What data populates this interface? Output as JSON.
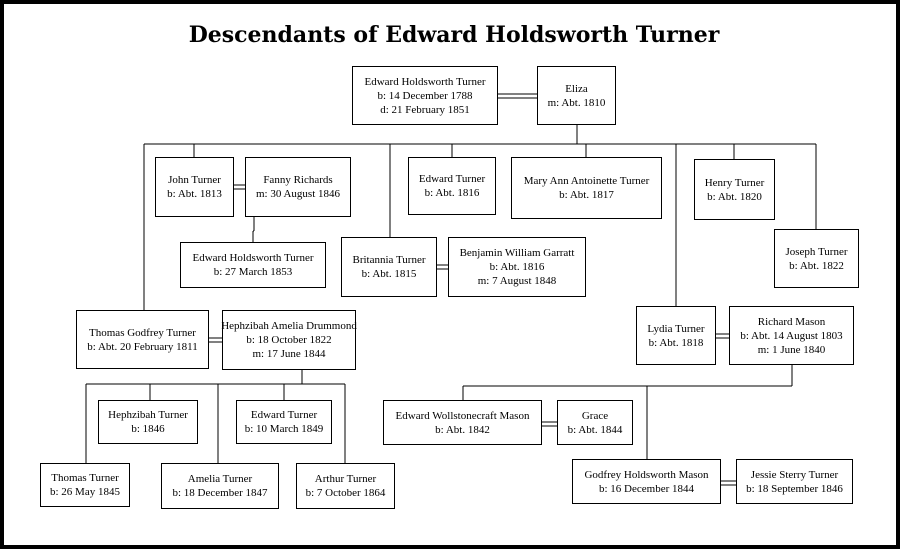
{
  "title": "Descendants of Edward Holdsworth Turner",
  "people": [
    {
      "id": "edward-holdsworth-turner-sr",
      "lines": [
        "Edward Holdsworth Turner",
        "b: 14 December 1788",
        "d: 21 February 1851"
      ]
    },
    {
      "id": "eliza",
      "lines": [
        "Eliza",
        "m: Abt. 1810"
      ]
    },
    {
      "id": "john-turner",
      "lines": [
        "John Turner",
        "b: Abt. 1813"
      ]
    },
    {
      "id": "fanny-richards",
      "lines": [
        "Fanny Richards",
        "m: 30 August 1846"
      ]
    },
    {
      "id": "edward-holdsworth-turner-1853",
      "lines": [
        "Edward Holdsworth Turner",
        "b: 27 March 1853"
      ]
    },
    {
      "id": "britannia-turner",
      "lines": [
        "Britannia Turner",
        "b: Abt. 1815"
      ]
    },
    {
      "id": "benjamin-william-garratt",
      "lines": [
        "Benjamin William Garratt",
        "b: Abt. 1816",
        "m: 7 August 1848"
      ]
    },
    {
      "id": "edward-turner-1816",
      "lines": [
        "Edward Turner",
        "b: Abt. 1816"
      ]
    },
    {
      "id": "mary-ann-antoinette-turner",
      "lines": [
        "Mary Ann Antoinette Turner",
        "b: Abt. 1817"
      ]
    },
    {
      "id": "henry-turner",
      "lines": [
        "Henry Turner",
        "b: Abt. 1820"
      ]
    },
    {
      "id": "joseph-turner",
      "lines": [
        "Joseph Turner",
        "b: Abt. 1822"
      ]
    },
    {
      "id": "thomas-godfrey-turner",
      "lines": [
        "Thomas Godfrey Turner",
        "b: Abt. 20 February 1811"
      ]
    },
    {
      "id": "hephzibah-amelia-drummond",
      "lines": [
        "Hephzibah Amelia Drummond",
        "b: 18 October 1822",
        "m: 17 June 1844"
      ]
    },
    {
      "id": "lydia-turner",
      "lines": [
        "Lydia Turner",
        "b: Abt. 1818"
      ]
    },
    {
      "id": "richard-mason",
      "lines": [
        "Richard Mason",
        "b: Abt. 14 August 1803",
        "m: 1 June 1840"
      ]
    },
    {
      "id": "hephzibah-turner",
      "lines": [
        "Hephzibah Turner",
        "b: 1846"
      ]
    },
    {
      "id": "edward-turner-1849",
      "lines": [
        "Edward Turner",
        "b: 10 March 1849"
      ]
    },
    {
      "id": "thomas-turner",
      "lines": [
        "Thomas Turner",
        "b: 26 May 1845"
      ]
    },
    {
      "id": "amelia-turner",
      "lines": [
        "Amelia Turner",
        "b: 18 December 1847"
      ]
    },
    {
      "id": "arthur-turner",
      "lines": [
        "Arthur Turner",
        "b: 7 October 1864"
      ]
    },
    {
      "id": "edward-wollstonecraft-mason",
      "lines": [
        "Edward Wollstonecraft Mason",
        "b: Abt. 1842"
      ]
    },
    {
      "id": "grace",
      "lines": [
        "Grace",
        "b: Abt. 1844"
      ]
    },
    {
      "id": "godfrey-holdsworth-mason",
      "lines": [
        "Godfrey Holdsworth Mason",
        "b: 16 December 1844"
      ]
    },
    {
      "id": "jessie-sterry-turner",
      "lines": [
        "Jessie Sterry Turner",
        "b: 18 September 1846"
      ]
    }
  ]
}
